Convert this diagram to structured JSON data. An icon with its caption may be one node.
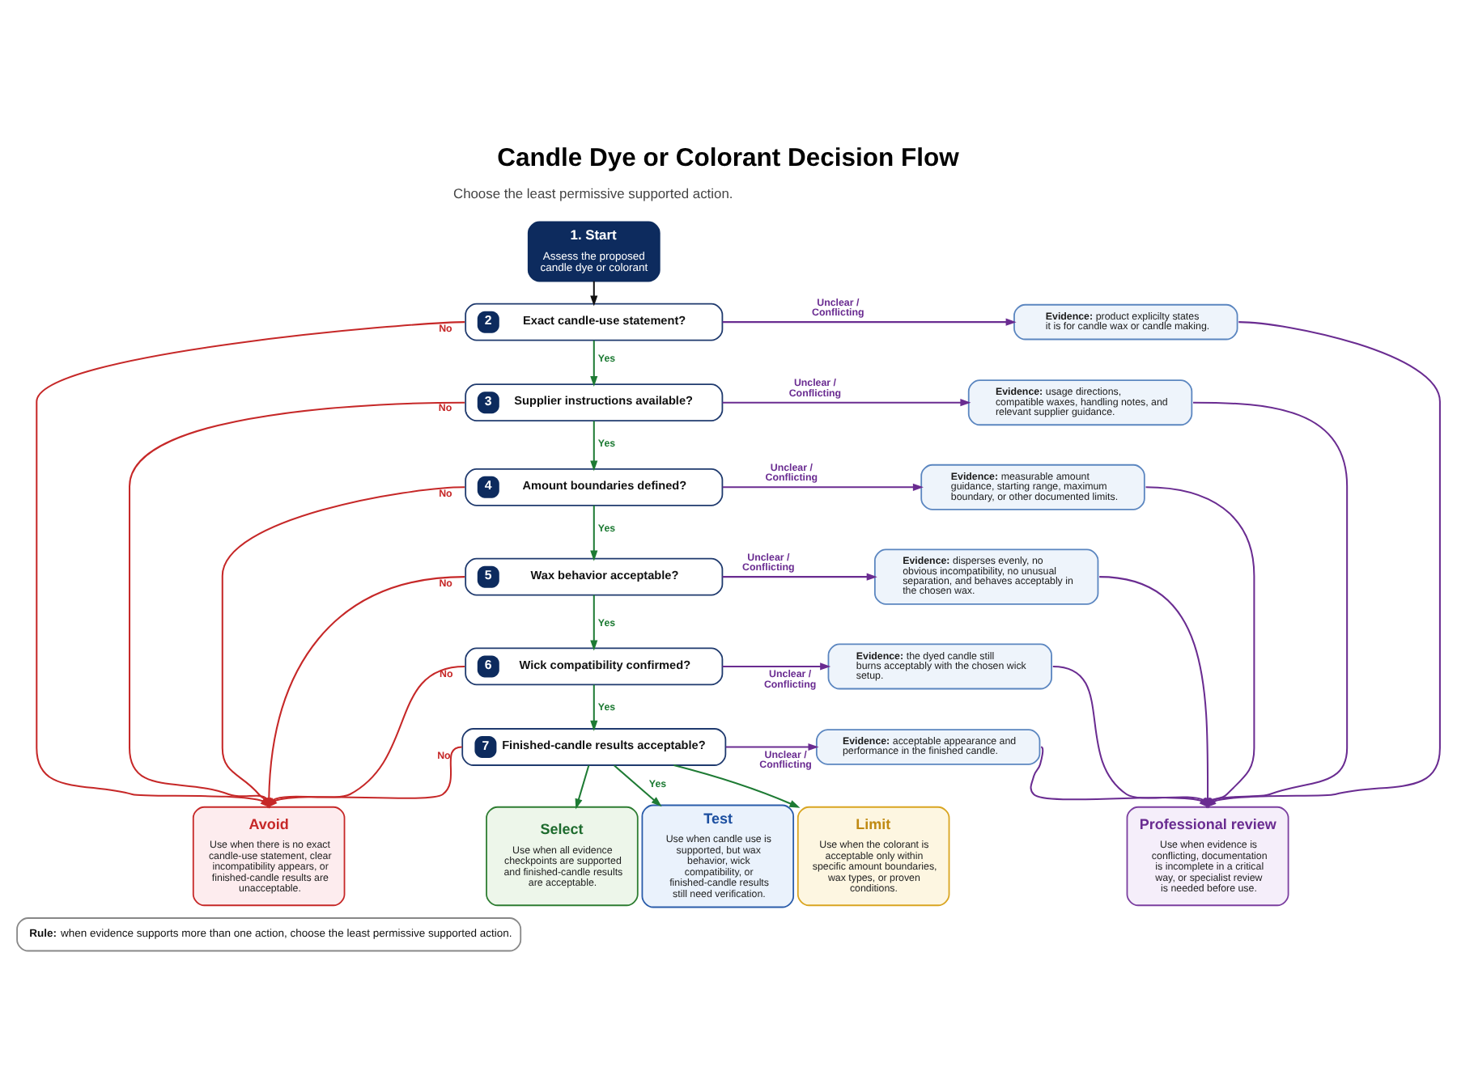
{
  "diagram": {
    "title": "Candle Dye or Colorant Decision Flow",
    "nodes": [
      {
        "text": [
          "1. Start",
          "Assess the proposed candle dye or colorant"
        ]
      },
      {
        "text": [
          "2",
          "Exact candle-use statement?"
        ]
      },
      {
        "text": [
          "**Evidence:** product explicilty states it is for candle wax or candle making."
        ]
      },
      {
        "text": [
          "3",
          "Supplier instructions available?"
        ]
      },
      {
        "text": [
          "**Evidence:** usage directions, compatible waxes, handling notes, and relevant supplier guidance."
        ]
      },
      {
        "text": [
          "4",
          "Amount boundaries defined?"
        ]
      },
      {
        "text": [
          "**Evidence:** measurable amount guidance, starting range, maximum boundary, or other documented limits."
        ]
      },
      {
        "text": [
          "5",
          "Wax behavior acceptable?"
        ]
      },
      {
        "text": [
          "**Evidence:** disperses evenly, no obvious incompatibility, no unusual separation, and behaves acceptably in the chosen wax."
        ]
      },
      {
        "text": [
          "6",
          "Wick compatibility confirmed?"
        ]
      },
      {
        "text": [
          "**Evidence:** the dyed candle still burns acceptably with the chosen wick setup."
        ]
      },
      {
        "text": [
          "7",
          "Finished-candle results acceptable?"
        ]
      },
      {
        "text": [
          "**Evidence:** acceptable appearance and performance in the finished candle."
        ]
      },
      {
        "text": [
          "Avoid",
          "Use when there is no exact candle-use statement, clear incompatibility appears, or finished-candle results are unacceptable."
        ]
      },
      {
        "text": [
          "Select",
          "Use when all evidence checkpoints are supported and finished-candle results are acceptable."
        ]
      },
      {
        "text": [
          "Test",
          "Use when candle use is supported, but wax behavior, wick compatibility, or finished-candle results still need verification."
        ]
      },
      {
        "text": [
          "Limit",
          "Use when the colorant is acceptable only within specific amount boundaries, wax types, or proven conditions."
        ]
      },
      {
        "text": [
          "Professional review",
          "Use when evidence is conflicting, documentation is incomplete in a critical way, or specialist review is needed before use."
        ]
      },
      {
        "text": [
          "**Rule:** when evidence supports more than one action, choose the least permissive supported action."
        ]
      }
    ],
    "edges": [
      {
        "from": 0,
        "to": 1,
        "arrow": "to",
        "color": "#111111"
      },
      {
        "from": 1,
        "to": 13,
        "arrow": "to",
        "label": "No",
        "color": "#c62828"
      },
      {
        "from": 1,
        "to": 3,
        "arrow": "to",
        "label": "Yes",
        "color": "#1e7b34"
      },
      {
        "from": 1,
        "to": 2,
        "arrow": "to",
        "label": "Unclear / Conflicting"
      },
      {
        "from": 3,
        "to": 13,
        "arrow": "to",
        "label": "No",
        "color": "#c62828"
      },
      {
        "from": 3,
        "to": 5,
        "arrow": "to",
        "label": "Yes",
        "color": "#1e7b34"
      },
      {
        "from": 3,
        "to": 4,
        "arrow": "to",
        "label": "Unclear / Conflicting"
      },
      {
        "from": 5,
        "to": 13,
        "arrow": "to",
        "label": "No",
        "color": "#c62828"
      },
      {
        "from": 5,
        "to": 7,
        "arrow": "to",
        "label": "Yes",
        "color": "#1e7b34"
      },
      {
        "from": 5,
        "to": 6,
        "arrow": "to",
        "label": "Unclear / Conflicting"
      },
      {
        "from": 7,
        "to": 13,
        "arrow": "to",
        "label": "No",
        "color": "#c62828"
      },
      {
        "from": 7,
        "to": 9,
        "arrow": "to",
        "label": "Yes",
        "color": "#1e7b34"
      },
      {
        "from": 7,
        "to": 8,
        "arrow": "to",
        "label": "Unclear / Conflicting"
      },
      {
        "from": 9,
        "to": 13,
        "arrow": "to",
        "label": "No",
        "color": "#c62828"
      },
      {
        "from": 9,
        "to": 11,
        "arrow": "to",
        "label": "Yes",
        "color": "#1e7b34"
      },
      {
        "from": 9,
        "to": 10,
        "arrow": "to",
        "label": "Unclear / Conflicting"
      },
      {
        "from": 11,
        "to": 13,
        "arrow": "to",
        "label": "No",
        "color": "#c62828"
      },
      {
        "from": 11,
        "to": 14,
        "arrow": "to",
        "color": "#1e7b34"
      },
      {
        "from": 11,
        "to": 15,
        "arrow": "to",
        "label": "Yes",
        "color": "#1e7b34"
      },
      {
        "from": 11,
        "to": 16,
        "arrow": "to",
        "color": "#1e7b34"
      },
      {
        "from": 11,
        "to": 12,
        "arrow": "to",
        "label": "Unclear / Conflicting"
      },
      {
        "from": 12,
        "to": 17,
        "arrow": "to"
      },
      {
        "from": 10,
        "to": 17,
        "arrow": "to"
      },
      {
        "from": 8,
        "to": 17,
        "arrow": "to"
      },
      {
        "from": 6,
        "to": 17,
        "arrow": "to"
      },
      {
        "from": 4,
        "to": 17,
        "arrow": "to"
      },
      {
        "from": 2,
        "to": 17,
        "arrow": "to"
      }
    ],
    "labels": [
      "Choose the least permissive supported action."
    ]
  }
}
